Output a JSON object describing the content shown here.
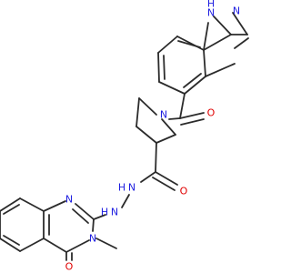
{
  "colors": {
    "bond": "#2b2b2b",
    "nitrogen": "#1f1fe0",
    "oxygen": "#e00000",
    "carbon": "#2b2b2b"
  },
  "labels": {
    "indazole_nh": "N",
    "indazole_nh_h": "H",
    "indazole_n": "N",
    "amide_o_top": "O",
    "piperidine_n": "N",
    "hydrazide_o": "O",
    "hydrazide_nh1": "N",
    "hydrazide_nh1_h": "H",
    "hydrazide_nh2": "N",
    "hydrazide_nh2_h": "H",
    "quinaz_n1": "N",
    "quinaz_n3": "N",
    "quinaz_o": "O"
  }
}
